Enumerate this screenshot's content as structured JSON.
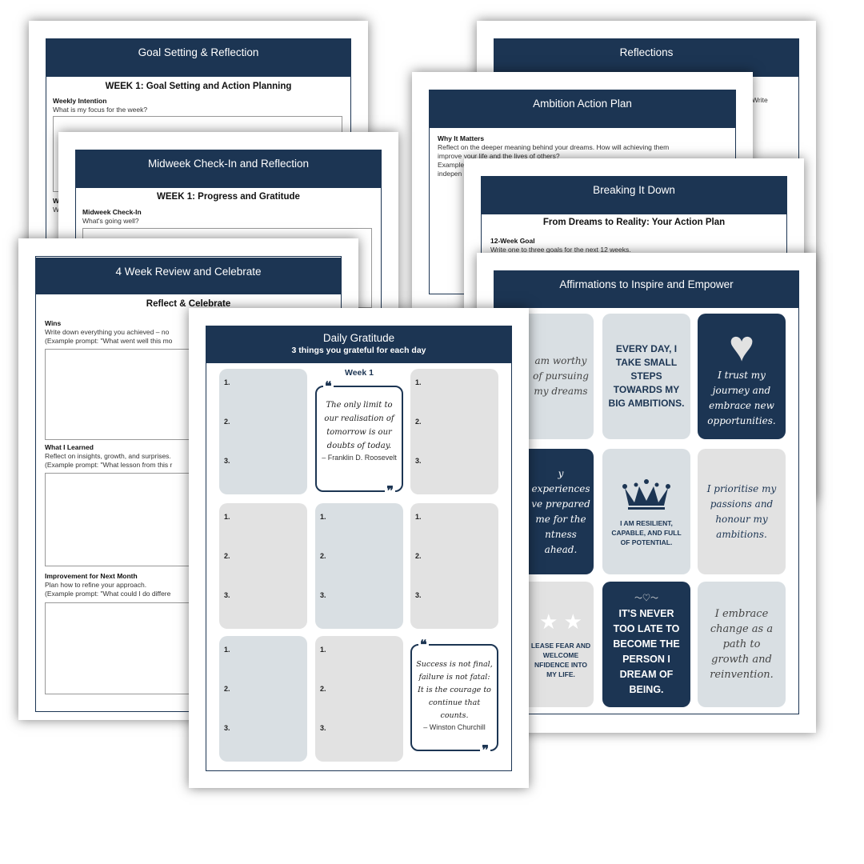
{
  "pages": {
    "goal_setting": {
      "title": "Goal Setting & Reflection",
      "subtitle": "WEEK 1: Goal Setting and Action Planning",
      "label": "Weekly Intention",
      "prompt": "What is my focus for the week?",
      "frag1": "W",
      "frag2": "W"
    },
    "reflections": {
      "title": "Reflections",
      "frag": "Write"
    },
    "ambition": {
      "title": "Ambition Action Plan",
      "label": "Why It Matters",
      "lines": [
        "Reflect on the deeper meaning behind your dreams. How will achieving them",
        "improve your life and the lives of others?",
        "Example",
        "indepen"
      ]
    },
    "midweek": {
      "title": "Midweek Check-In and Reflection",
      "subtitle": "WEEK 1: Progress and Gratitude",
      "label": "Midweek Check-In",
      "prompt": "What's going well?"
    },
    "breaking": {
      "title": "Breaking It Down",
      "subtitle": "From Dreams to Reality: Your Action Plan",
      "label": "12-Week Goal",
      "prompt": "Write one to three goals for the next 12 weeks."
    },
    "review": {
      "title": "4 Week Review and Celebrate",
      "subtitle": "Reflect & Celebrate",
      "sections": [
        {
          "label": "Wins",
          "line1": "Write down everything you achieved – no",
          "line2": "(Example prompt: \"What went well this mo"
        },
        {
          "label": "What I Learned",
          "line1": "Reflect on insights, growth, and surprises.",
          "line2": "(Example prompt: \"What lesson from this r"
        },
        {
          "label": "Improvement for Next Month",
          "line1": "Plan how to refine your approach.",
          "line2": "(Example prompt: \"What could I do differe"
        }
      ]
    },
    "affirmations": {
      "title": "Affirmations to Inspire and Empower",
      "cards": [
        "am worthy of pursuing my dreams",
        "EVERY DAY, I TAKE SMALL STEPS TOWARDS MY BIG AMBITIONS.",
        "I trust my journey and embrace new opportunities.",
        "y experiences ve prepared me for the ntness ahead.",
        "I AM RESILIENT, CAPABLE, AND FULL OF POTENTIAL.",
        "I prioritise my passions and honour my ambitions.",
        "LEASE FEAR AND WELCOME NFIDENCE INTO MY LIFE.",
        "IT'S NEVER TOO LATE TO BECOME THE PERSON I DREAM OF BEING.",
        "I embrace change as a path to growth and reinvention."
      ]
    },
    "gratitude": {
      "title": "Daily Gratitude",
      "subtitle": "3 things you grateful for each day",
      "week": "Week 1",
      "nums": [
        "1.",
        "2.",
        "3."
      ],
      "quote1": {
        "text": "The only limit to our realisation of tomorrow is our doubts of today.",
        "author": "– Franklin D. Roosevelt"
      },
      "quote2": {
        "text": "Success is not final, failure is not fatal: It is the courage to continue that counts.",
        "author": "– Winston Churchill"
      },
      "quote_open": "❝",
      "quote_close": "❞"
    }
  },
  "colors": {
    "navy": "#1c3553",
    "light_blue": "#d9dfe3",
    "light_grey": "#e2e2e2"
  }
}
